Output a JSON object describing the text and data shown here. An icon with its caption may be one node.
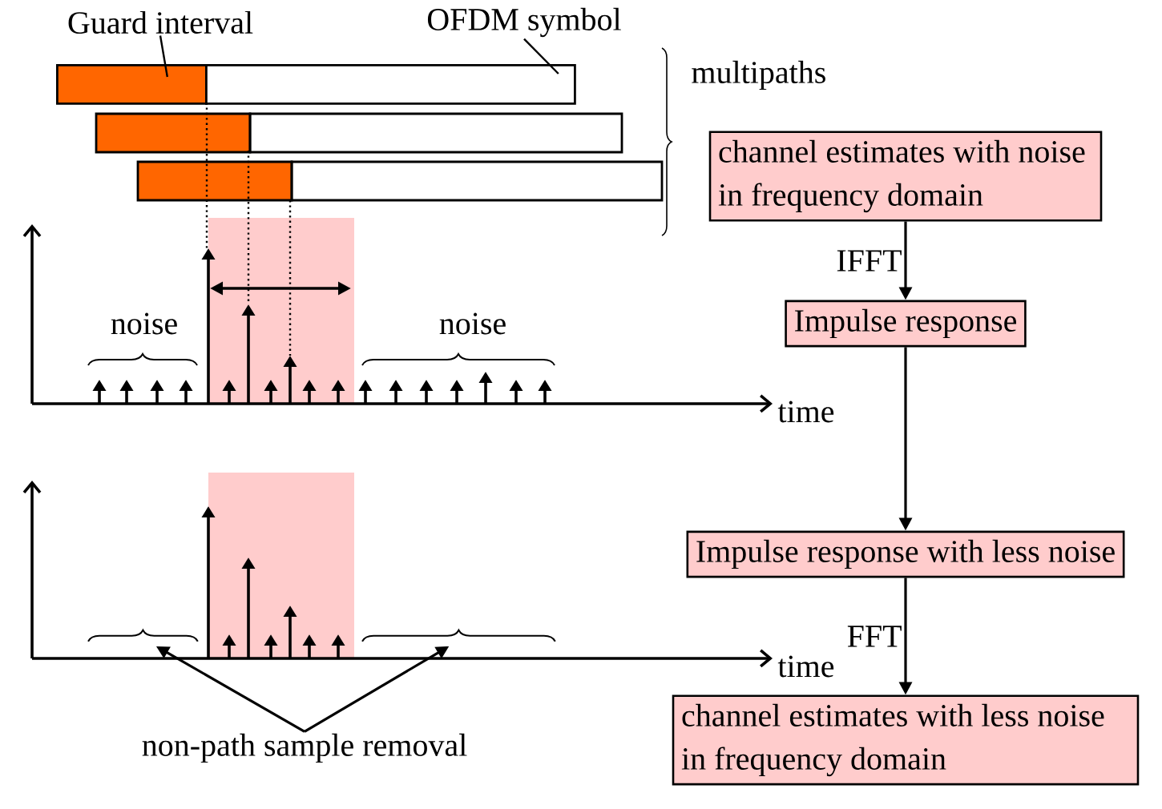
{
  "diagram": {
    "nodes": [
      {
        "text": [
          "Guard interval"
        ]
      },
      {
        "text": [
          "OFDM symbol"
        ]
      },
      {
        "text": [],
        "shape": "bar"
      },
      {
        "text": [],
        "shape": "bar"
      },
      {
        "text": [
          "channel estimates with noise in frequency domain"
        ]
      },
      {
        "text": [
          "Impulse response"
        ]
      },
      {
        "text": [
          "Impulse response with less noise"
        ]
      },
      {
        "text": [
          "channel estimates with less noise in frequency domain"
        ]
      },
      {
        "text": [
          "non-path sample removal"
        ]
      },
      {
        "text": [],
        "shape": "brace"
      },
      {
        "text": [],
        "shape": "brace"
      }
    ],
    "edges": [
      {
        "from": 0,
        "to": 2,
        "arrow": "none"
      },
      {
        "from": 1,
        "to": 3,
        "arrow": "none"
      },
      {
        "from": 4,
        "to": 5,
        "arrow": "to",
        "label": "IFFT"
      },
      {
        "from": 5,
        "to": 6,
        "arrow": "to"
      },
      {
        "from": 6,
        "to": 7,
        "arrow": "to",
        "label": "FFT"
      },
      {
        "from": 8,
        "to": 9,
        "arrow": "to"
      },
      {
        "from": 8,
        "to": 10,
        "arrow": "to"
      }
    ],
    "labels": [
      "multipaths",
      "noise",
      "noise",
      "time",
      "time"
    ]
  }
}
